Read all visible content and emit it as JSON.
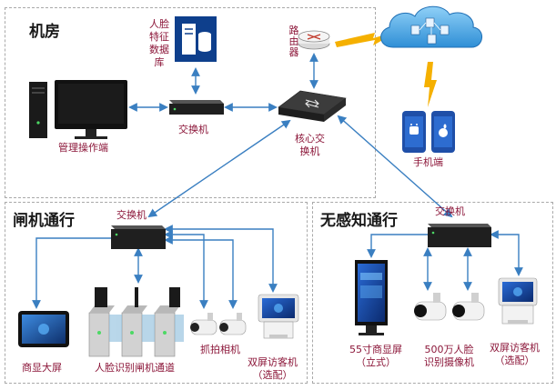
{
  "sections": {
    "jifang": "机房",
    "zhaji": "闸机通行",
    "wugan": "无感知通行"
  },
  "labels": {
    "face_db_line1": "人脸",
    "face_db_line2": "特征",
    "face_db_line3": "数据",
    "face_db_line4": "库",
    "router": "路由器",
    "switch_room": "交换机",
    "mgmt": "管理操作端",
    "core_line1": "核心交",
    "core_line2": "换机",
    "phone": "手机端",
    "switch_gate": "交换机",
    "switch_free": "交换机",
    "big_screen": "商显大屏",
    "gate_channel": "人脸识别闸机通道",
    "snap_cam": "抓拍相机",
    "visitor_gate_line1": "双屏访客机",
    "visitor_gate_line2": "（选配）",
    "display55_line1": "55寸商显屏",
    "display55_line2": "（立式）",
    "cam500_line1": "500万人脸",
    "cam500_line2": "识别摄像机",
    "visitor_free_line1": "双屏访客机",
    "visitor_free_line2": "（选配）"
  },
  "colors": {
    "link": "#3a7fc1",
    "label": "#8b1538",
    "internet": "#f5b000",
    "cloud": "#4aa3df"
  }
}
